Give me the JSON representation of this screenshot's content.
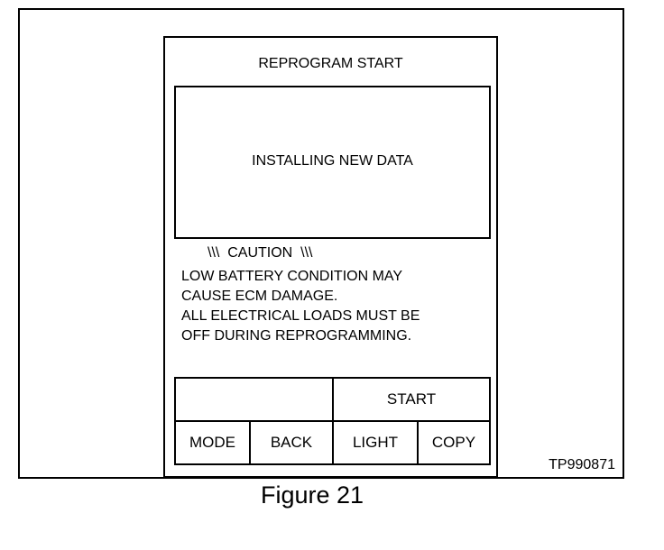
{
  "screen": {
    "title": "REPROGRAM START",
    "status": "INSTALLING NEW DATA"
  },
  "caution": {
    "heading": "\\\\\\  CAUTION  \\\\\\",
    "lines": [
      "LOW BATTERY CONDITION MAY",
      "CAUSE ECM DAMAGE.",
      "ALL ELECTRICAL LOADS MUST BE",
      "OFF DURING REPROGRAMMING."
    ]
  },
  "buttons": {
    "blank": "",
    "start": "START",
    "mode": "MODE",
    "back": "BACK",
    "light": "LIGHT",
    "copy": "COPY"
  },
  "figure": {
    "code": "TP990871",
    "caption": "Figure 21"
  }
}
